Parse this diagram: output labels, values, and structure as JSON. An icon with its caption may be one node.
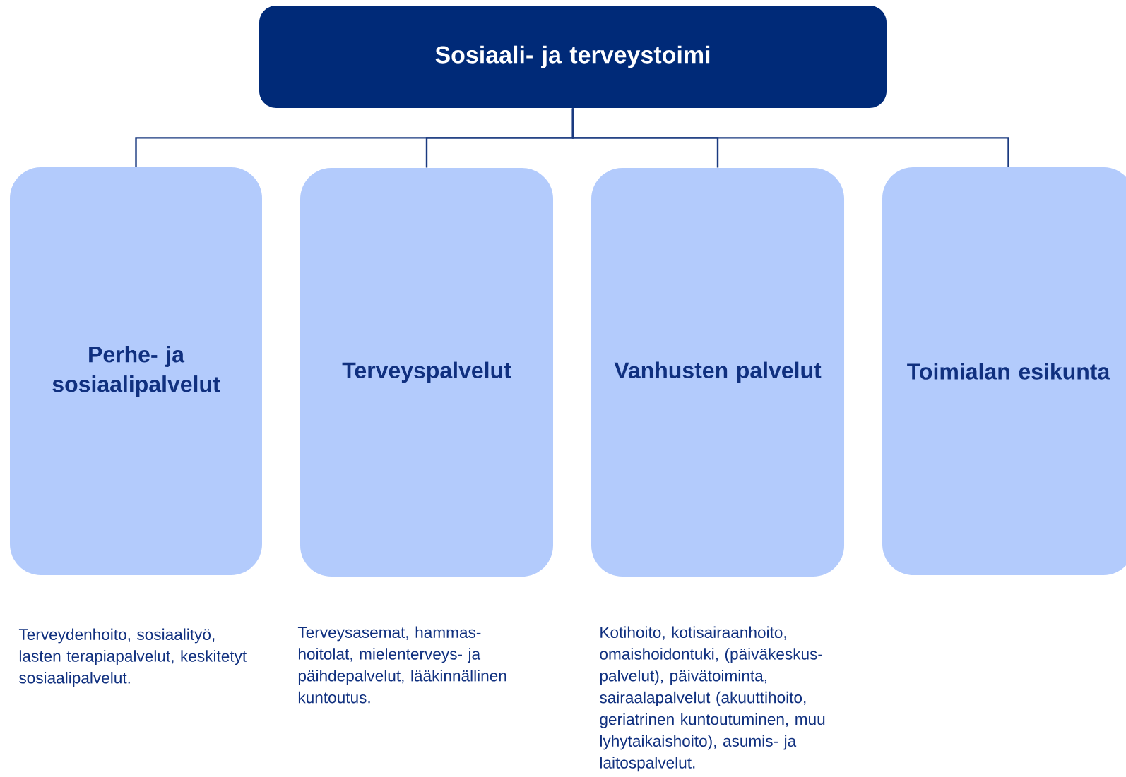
{
  "diagram": {
    "nodes": [
      {
        "text": [
          "Sosiaali- ja terveystoimi"
        ]
      },
      {
        "text": [
          "Perhe- ja sosiaalipalvelut"
        ],
        "beside": [
          "Terveydenhoito, sosiaalityö, lasten terapiapalvelut, keskitetyt sosiaalipalvelut."
        ]
      },
      {
        "text": [
          "Terveyspalvelut"
        ],
        "beside": [
          "Terveysasemat, hammas- hoitolat, mielenterveys- ja päihdepalvelut, lääkinnällinen kuntoutus."
        ]
      },
      {
        "text": [
          "Vanhusten palvelut"
        ],
        "beside": [
          "Kotihoito, kotisairaanhoito, omaishoidontuki, (päiväkeskus- palvelut), päivätoiminta, sairaalapalvelut (akuuttihoito, geriatrinen kuntoutuminen, muu lyhytaikaishoito), asumis- ja laitospalvelut."
        ]
      },
      {
        "text": [
          "Toimialan esikunta"
        ]
      }
    ],
    "edges": [
      {
        "from": 0,
        "to": 1,
        "arrow": "none"
      },
      {
        "from": 0,
        "to": 2,
        "arrow": "none"
      },
      {
        "from": 0,
        "to": 3,
        "arrow": "none"
      },
      {
        "from": 0,
        "to": 4,
        "arrow": "none"
      }
    ]
  }
}
